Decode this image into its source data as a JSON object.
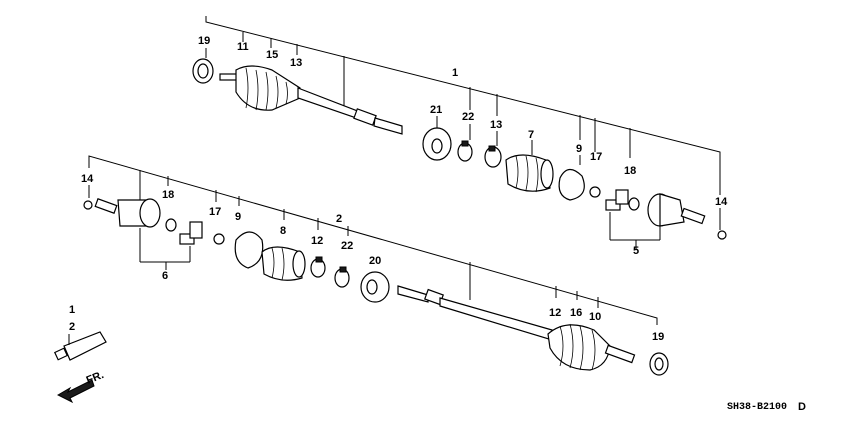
{
  "diagram_code": "SH38-B2100",
  "diagram_code_suffix": "D",
  "direction_label": "FR.",
  "labels": {
    "l1a": "1",
    "l2a": "2",
    "l19a": "19",
    "l11a": "11",
    "l15a": "15",
    "l13a": "13",
    "l1b": "1",
    "l21": "21",
    "l22a": "22",
    "l13b": "13",
    "l7": "7",
    "l9a": "9",
    "l17a": "17",
    "l18a": "18",
    "l14a": "14",
    "l5": "5",
    "l14b": "14",
    "l18b": "18",
    "l17b": "17",
    "l9b": "9",
    "l8": "8",
    "l2b": "2",
    "l12a": "12",
    "l22b": "22",
    "l20": "20",
    "l6": "6",
    "l12b": "12",
    "l16": "16",
    "l10": "10",
    "l19b": "19"
  }
}
